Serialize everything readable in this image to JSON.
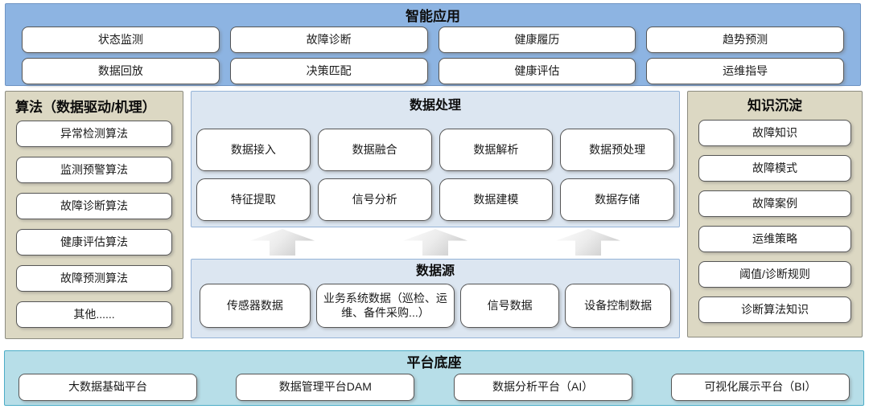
{
  "colors": {
    "app_layer_bg": "#8db4e2",
    "app_layer_border": "#6f94c4",
    "side_panel_bg": "#dcd8c3",
    "side_panel_border": "#8c8c80",
    "middle_section_bg": "#dce6f1",
    "middle_section_border": "#95b3d7",
    "platform_base_bg": "#b7dee8",
    "platform_base_border": "#4bacc6",
    "box_bg": "#ffffff",
    "box_border": "#565656",
    "arrow_fill": "#d9d9d9"
  },
  "app_layer": {
    "title": "智能应用",
    "row1": [
      "状态监测",
      "故障诊断",
      "健康履历",
      "趋势预测"
    ],
    "row2": [
      "数据回放",
      "决策匹配",
      "健康评估",
      "运维指导"
    ]
  },
  "algorithm_panel": {
    "title": "算法（数据驱动/机理）",
    "items": [
      "异常检测算法",
      "监测预警算法",
      "故障诊断算法",
      "健康评估算法",
      "故障预测算法",
      "其他......"
    ]
  },
  "data_processing": {
    "title": "数据处理",
    "row1": [
      "数据接入",
      "数据融合",
      "数据解析",
      "数据预处理"
    ],
    "row2": [
      "特征提取",
      "信号分析",
      "数据建模",
      "数据存储"
    ]
  },
  "data_source": {
    "title": "数据源",
    "items": [
      "传感器数据",
      "业务系统数据（巡检、运维、备件采购...）",
      "信号数据",
      "设备控制数据"
    ]
  },
  "knowledge_panel": {
    "title": "知识沉淀",
    "items": [
      "故障知识",
      "故障模式",
      "故障案例",
      "运维策略",
      "阈值/诊断规则",
      "诊断算法知识"
    ]
  },
  "platform_base": {
    "title": "平台底座",
    "items": [
      "大数据基础平台",
      "数据管理平台DAM",
      "数据分析平台（AI）",
      "可视化展示平台（BI）"
    ]
  }
}
